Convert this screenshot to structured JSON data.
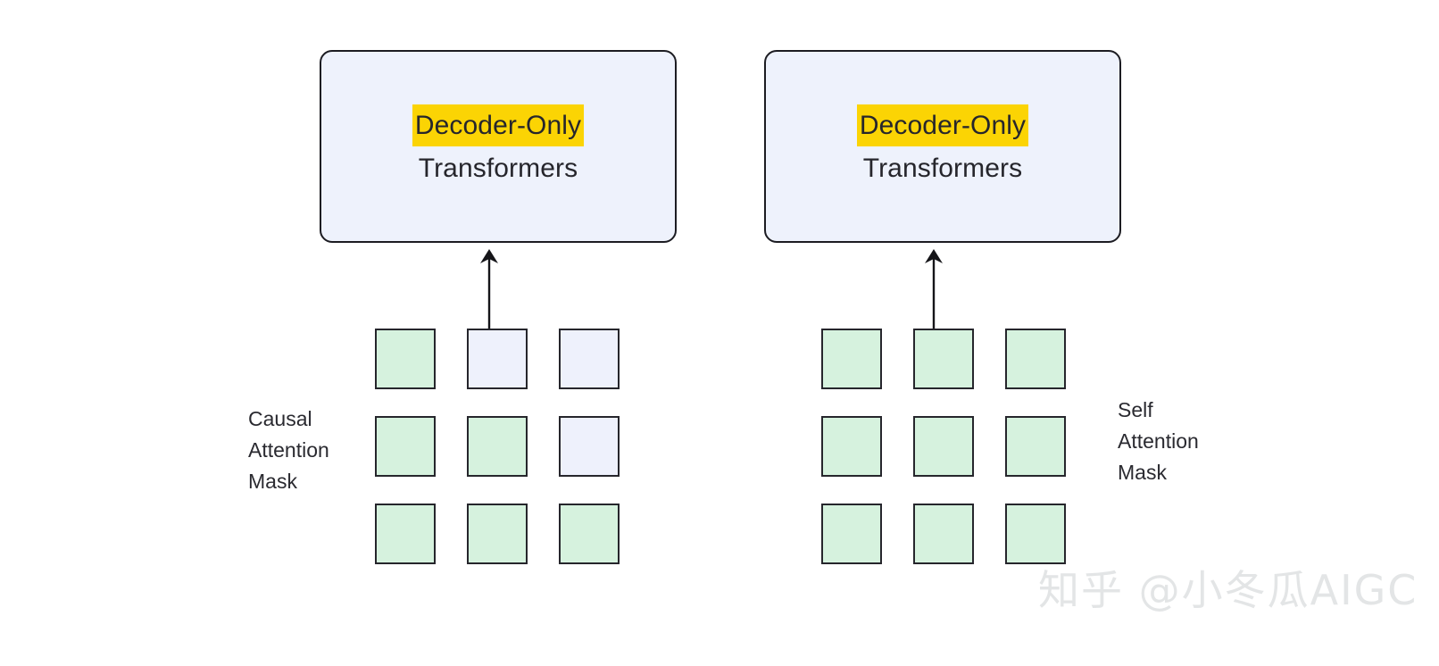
{
  "diagram": {
    "title_hidden": "",
    "panels": [
      {
        "id": "left",
        "box": {
          "line1": "Decoder-Only",
          "line2": "Transformers"
        },
        "arrow_name": "up-arrow-icon",
        "caption": {
          "line1": "Causal",
          "line2": "Attention",
          "line3": "Mask"
        },
        "caption_side": "left",
        "mask_type": "causal",
        "mask_rows": [
          [
            1,
            0,
            0
          ],
          [
            1,
            1,
            0
          ],
          [
            1,
            1,
            1
          ]
        ]
      },
      {
        "id": "right",
        "box": {
          "line1": "Decoder-Only",
          "line2": "Transformers"
        },
        "arrow_name": "up-arrow-icon",
        "caption": {
          "line1": "Self",
          "line2": "Attention",
          "line3": "Mask"
        },
        "caption_side": "right",
        "mask_type": "full",
        "mask_rows": [
          [
            1,
            1,
            1
          ],
          [
            1,
            1,
            1
          ],
          [
            1,
            1,
            1
          ]
        ]
      }
    ]
  },
  "watermark": {
    "text": "知乎 @小冬瓜AIGC"
  },
  "colors": {
    "box_fill": "#eef2fc",
    "box_border": "#1c1c22",
    "highlight": "#fbd404",
    "cell_on": "#d6f2de",
    "cell_off": "#eef1fc",
    "cell_border": "#26262c",
    "text": "#26262c",
    "watermark": "#e3e5e6",
    "background": "#ffffff"
  }
}
